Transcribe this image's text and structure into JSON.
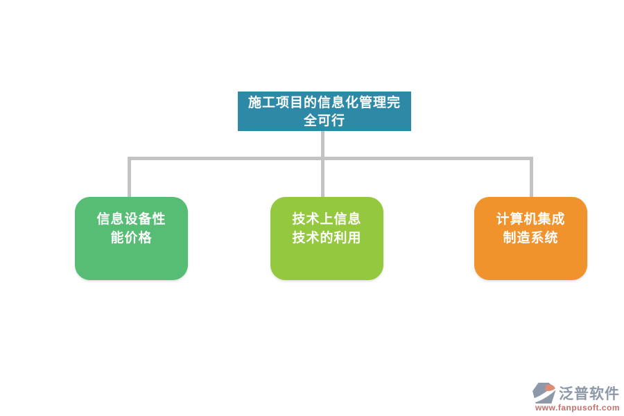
{
  "diagram": {
    "type": "hierarchy-flowchart",
    "root": {
      "label": "施工项目的信息化管理完全可行",
      "color": "#2E89A6",
      "text_color": "#FFFFFF"
    },
    "children": [
      {
        "label": "信息设备性能价格",
        "color": "#57BC74",
        "text_color": "#FFFFFF"
      },
      {
        "label": "技术上信息技术的利用",
        "color": "#93C83F",
        "text_color": "#FFFFFF"
      },
      {
        "label": "计算机集成制造系统",
        "color": "#F0932C",
        "text_color": "#FFFFFF"
      }
    ],
    "connector_color": "#C3C3C3"
  },
  "watermark": {
    "brand": "泛普软件",
    "url": "www.fanpusoft.com",
    "brand_color": "#8D98A8",
    "url_color": "#C5706A",
    "logo_body_color": "#8D98A8",
    "logo_leaf_color": "#DE8D74"
  }
}
